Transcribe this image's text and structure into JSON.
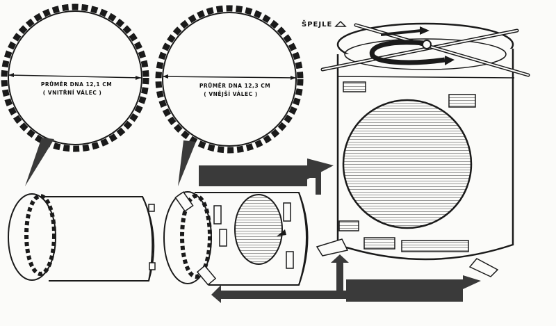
{
  "labels": {
    "inner_diameter": "PRŮMĚR DNA 12,1 CM",
    "inner_cylinder": "( VNITŘNÍ VÁLEC )",
    "outer_diameter": "PRŮMĚR DNA 12,3 CM",
    "outer_cylinder": "( VNĚJŠÍ VÁLEC )",
    "skewers": "ŠPEJLE"
  },
  "colors": {
    "ink": "#1a1a1a",
    "paper": "#fbfbf9",
    "arrow_fill": "#3a3a3a"
  },
  "icons": {
    "skewer_marker": "triangle-icon"
  }
}
